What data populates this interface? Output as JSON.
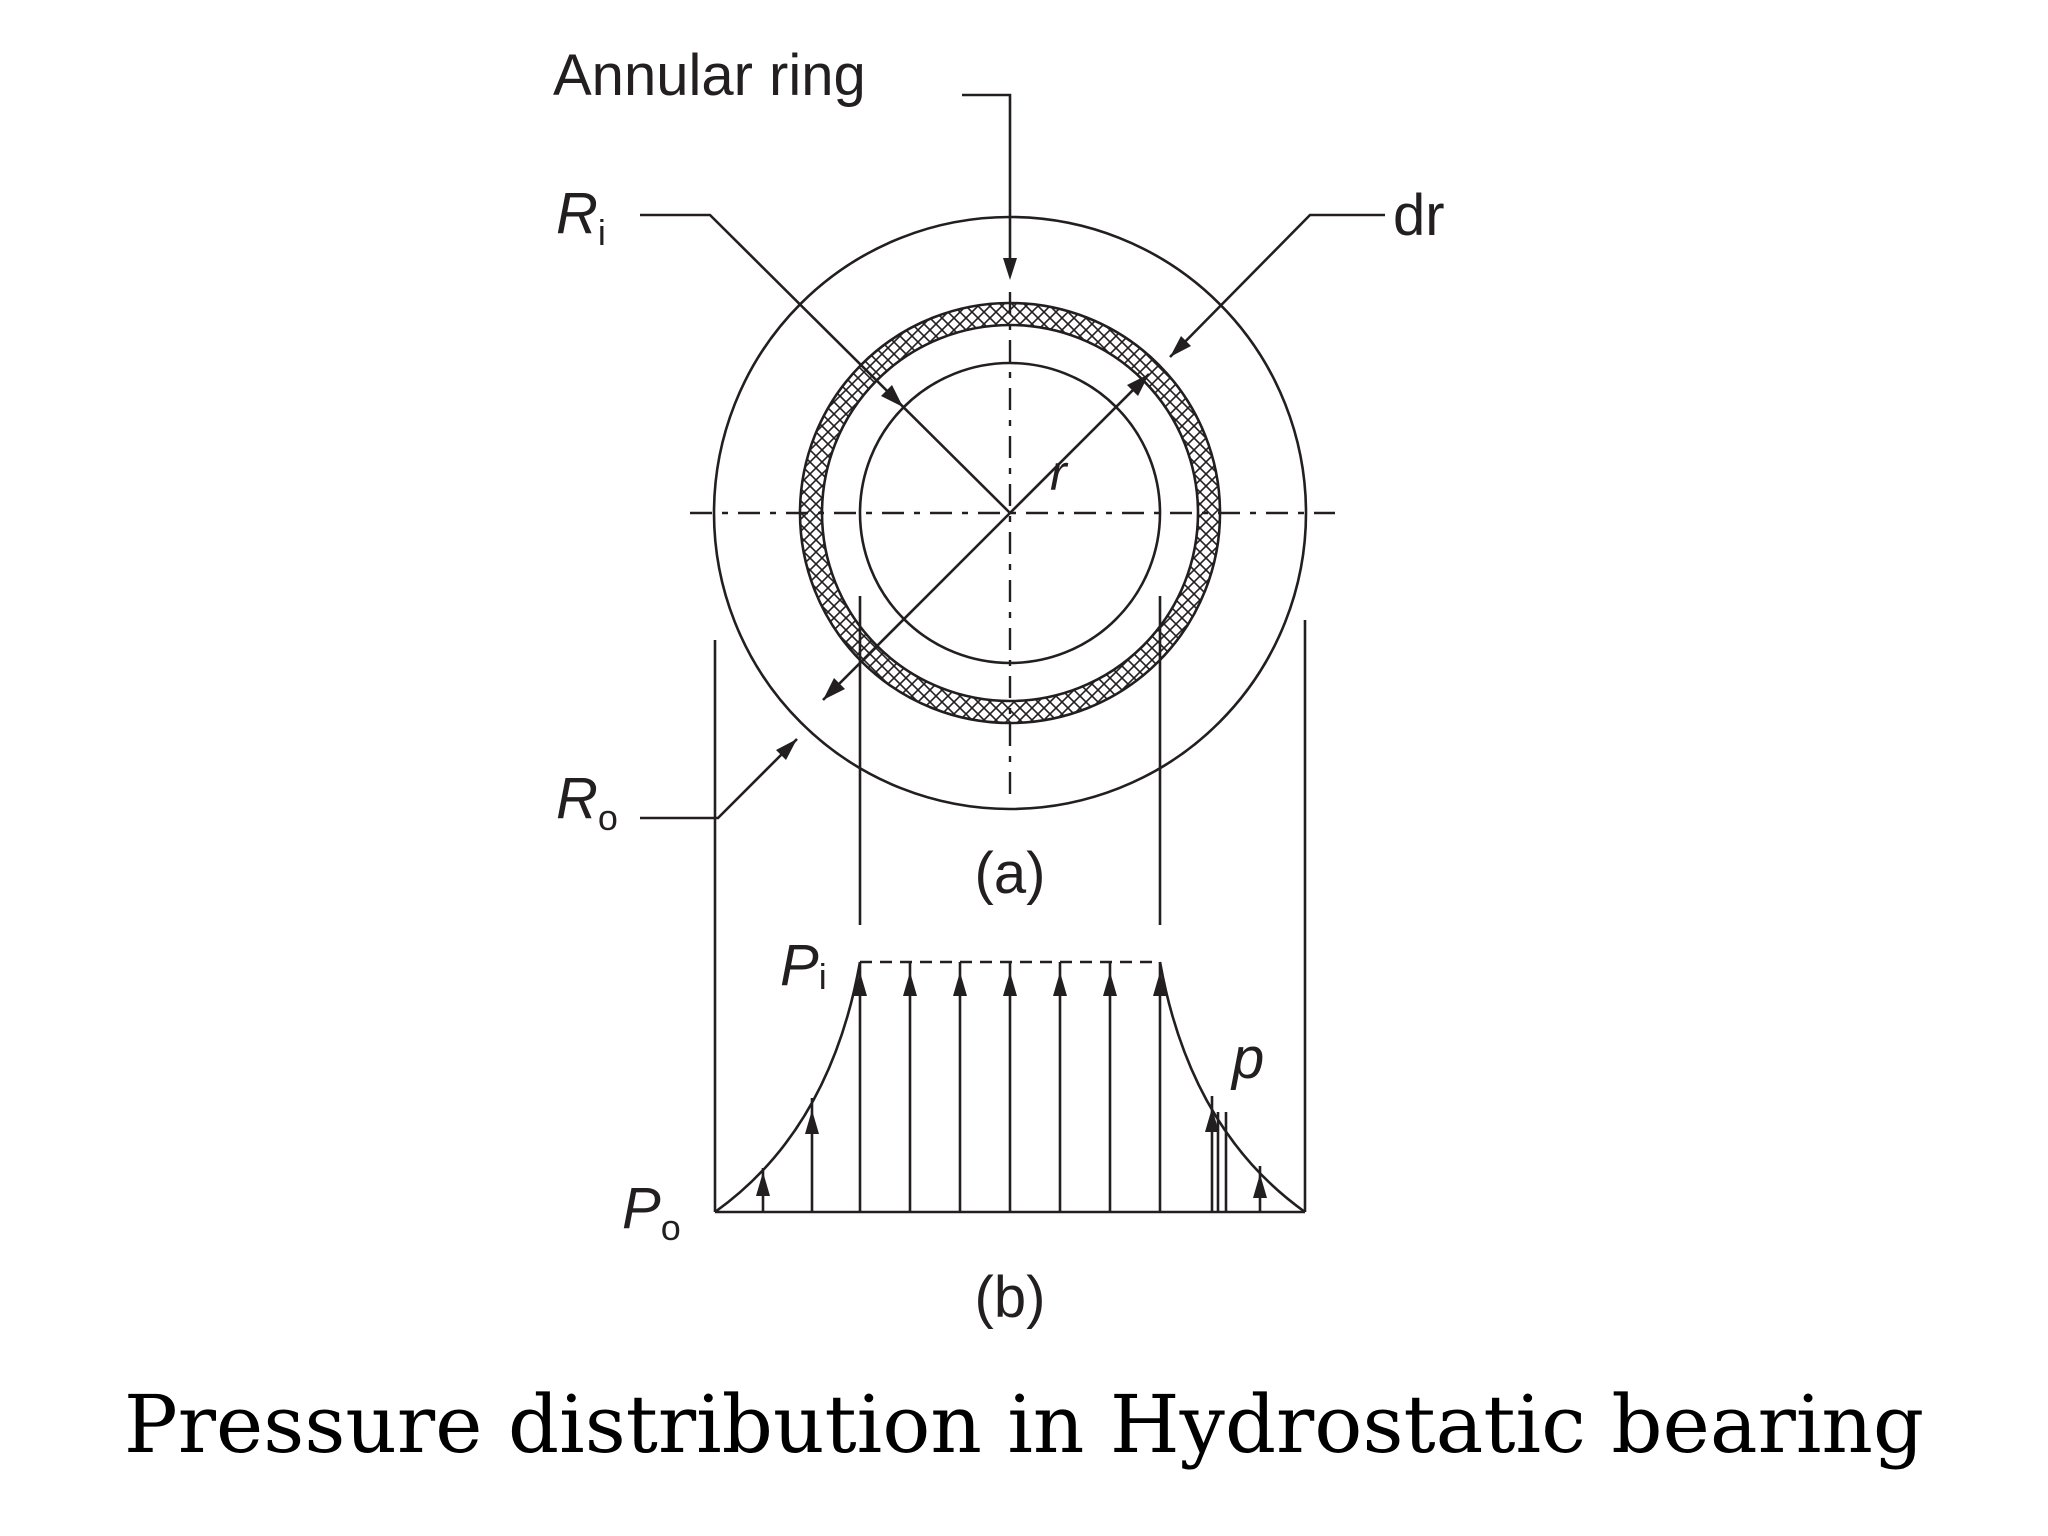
{
  "figure": {
    "annular_ring_label": "Annular ring",
    "ri_main": "R",
    "ri_sub": "i",
    "ro_main": "R",
    "ro_sub": "o",
    "dr_label": "dr",
    "r_label": "r",
    "sub_a": "(a)",
    "pi_main": "P",
    "pi_sub": "i",
    "po_main": "P",
    "po_sub": "o",
    "p_label": "p",
    "sub_b": "(b)"
  },
  "caption": "Pressure distribution in Hydrostatic bearing"
}
